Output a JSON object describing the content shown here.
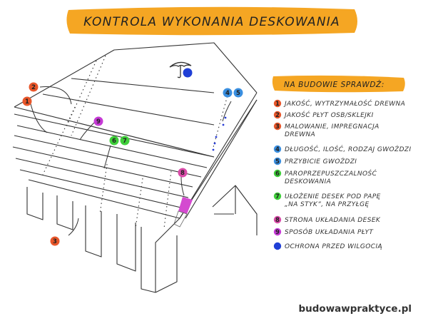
{
  "title": "KONTROLA WYKONANIA DESKOWANIA",
  "legend_title": "NA BUDOWIE SPRAWDŹ:",
  "legend": [
    {
      "num": "1",
      "color": "#e8562a",
      "lines": [
        "JAKOŚĆ, WYTRZYMAŁOŚĆ DREWNA"
      ]
    },
    {
      "num": "2",
      "color": "#e8562a",
      "lines": [
        "JAKOŚĆ PŁYT OSB/SKLEJKI"
      ]
    },
    {
      "num": "3",
      "color": "#e8562a",
      "lines": [
        "MALOWANIE, IMPREGNACJA",
        "DREWNA"
      ]
    },
    {
      "num": "4",
      "color": "#3a8fe0",
      "lines": [
        "DŁUGOŚĆ, ILOŚĆ, RODZAJ GWOŹDZI"
      ]
    },
    {
      "num": "5",
      "color": "#3a8fe0",
      "lines": [
        "PRZYBICIE GWOŹDZI"
      ]
    },
    {
      "num": "6",
      "color": "#3fcf3a",
      "lines": [
        "PAROPRZEPUSZCZALNOŚĆ",
        "DESKOWANIA"
      ]
    },
    {
      "num": "7",
      "color": "#3fcf3a",
      "lines": [
        "UŁOŻENIE DESEK POD PAPĘ",
        "„NA STYK”, NA PRZYŁGĘ"
      ]
    },
    {
      "num": "8",
      "color": "#d94aa8",
      "lines": [
        "STRONA UKŁADANIA DESEK"
      ]
    },
    {
      "num": "9",
      "color": "#c63ad6",
      "lines": [
        "SPOSÓB UKŁADANIA PŁYT"
      ]
    },
    {
      "num": "",
      "color": "#1f3fd6",
      "lines": [
        "OCHRONA PRZED WILGOCIĄ"
      ]
    }
  ],
  "markers": [
    {
      "label": "2",
      "color": "#e8562a"
    },
    {
      "label": "1",
      "color": "#e8562a"
    },
    {
      "label": "9",
      "color": "#c63ad6"
    },
    {
      "label": "6",
      "color": "#3fcf3a"
    },
    {
      "label": "7",
      "color": "#3fcf3a"
    },
    {
      "label": "8",
      "color": "#d94aa8"
    },
    {
      "label": "3",
      "color": "#e8562a"
    },
    {
      "label": "4",
      "color": "#3a8fe0"
    },
    {
      "label": "5",
      "color": "#3a8fe0"
    },
    {
      "label": "",
      "color": "#1f3fd6"
    }
  ],
  "brand": "budowawpraktyce.pl",
  "colors": {
    "highlight": "#f5a623",
    "magenta": "#d44ad0",
    "ink": "#333333"
  },
  "icons": {
    "umbrella": "umbrella-icon"
  }
}
